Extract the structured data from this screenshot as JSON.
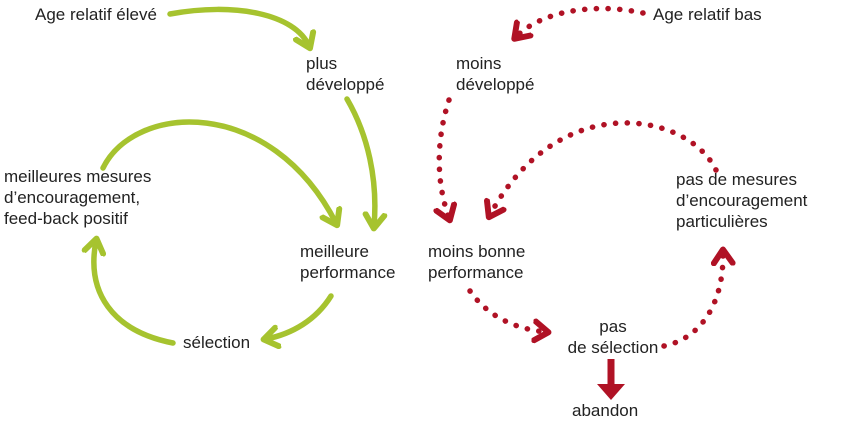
{
  "colors": {
    "green": "#a6c32f",
    "red": "#b01225",
    "text": "#222222",
    "bg": "#ffffff"
  },
  "diagram": {
    "description": "Relative age effect: positive cycle (green, solid arrows) vs negative cycle (red, dotted arrows)",
    "positive_cycle": {
      "style": "solid green arrows",
      "nodes": {
        "age": "Age relatif élevé",
        "developpe": "plus\ndéveloppé",
        "mesures": "meilleures mesures\nd’encouragement,\nfeed-back positif",
        "performance": "meilleure\nperformance",
        "selection": "sélection"
      }
    },
    "negative_cycle": {
      "style": "dotted red arrows",
      "nodes": {
        "age": "Age relatif bas",
        "developpe": "moins\ndéveloppé",
        "performance": "moins bonne\nperformance",
        "selection": "pas\nde sélection",
        "mesures": "pas de mesures\nd’encouragement\nparticulières",
        "abandon": "abandon"
      }
    }
  }
}
